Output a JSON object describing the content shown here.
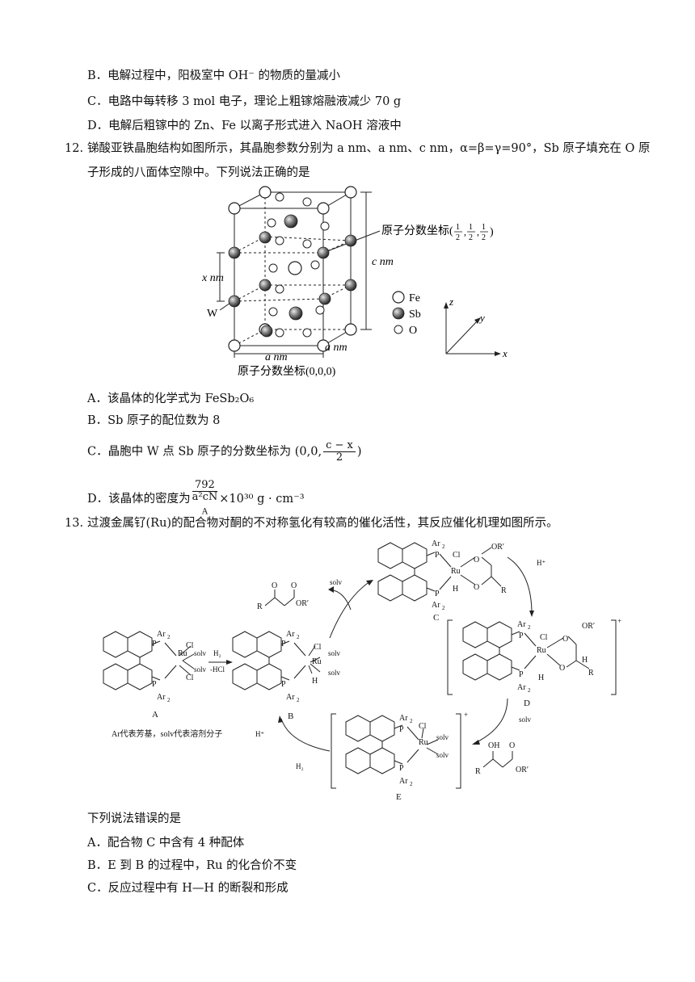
{
  "q11_options": {
    "B": "B．电解过程中，阳极室中 OH⁻ 的物质的量减小",
    "C": "C．电路中每转移 3 mol 电子，理论上粗镓熔融液减少 70 g",
    "D": "D．电解后粗镓中的 Zn、Fe 以离子形式进入 NaOH 溶液中"
  },
  "q12": {
    "number": "12.",
    "stem_line1": "锑酸亚铁晶胞结构如图所示，其晶胞参数分别为 a nm、a nm、c nm，α=β=γ=90°，Sb 原子填充在 O 原",
    "stem_line2": "子形成的八面体空隙中。下列说法正确的是",
    "figure": {
      "label_coord_top": "原子分数坐标(",
      "coord_top_frac": "1",
      "coord_top_den": "2",
      "label_x": "x nm",
      "label_c": "c nm",
      "label_w": "W",
      "label_a1": "a nm",
      "label_a2": "a nm",
      "label_origin": "原子分数坐标(0,0,0)",
      "legend_fe": "Fe",
      "legend_sb": "Sb",
      "legend_o": "O",
      "axis_z": "z",
      "axis_y": "y",
      "axis_x": "x"
    },
    "option_A": "A．该晶体的化学式为 FeSb₂O₆",
    "option_B": "B．Sb 原子的配位数为 8",
    "option_C_pre": "C．晶胞中 W 点 Sb 原子的分数坐标为 (0,0,",
    "option_C_num": "c − x",
    "option_C_den": "2",
    "option_C_post": ")",
    "option_D_pre": "D．该晶体的密度为",
    "option_D_num": "792",
    "option_D_den": "a²cN",
    "option_D_den_sub": "A",
    "option_D_post": "×10³⁰ g · cm⁻³"
  },
  "q13": {
    "number": "13.",
    "stem": "过渡金属钌(Ru)的配合物对酮的不对称氢化有较高的催化活性，其反应催化机理如图所示。",
    "figure": {
      "label_A": "A",
      "label_B": "B",
      "label_C": "C",
      "label_D": "D",
      "label_E": "E",
      "ar2": "Ar",
      "p": "P",
      "ru": "Ru",
      "cl": "Cl",
      "h": "H",
      "solv": "solv",
      "reagent_h2": "H₂",
      "reagent_hcl": "-HCl",
      "h_plus": "H⁺",
      "note": "Ar代表芳基，solv代表溶剂分子",
      "or_prime": "OR′",
      "r": "R",
      "o": "O",
      "oh": "OH",
      "plus": "+"
    },
    "intro": "下列说法错误的是",
    "option_A": "A．配合物 C 中含有 4 种配体",
    "option_B": "B．E 到 B 的过程中，Ru 的化合价不变",
    "option_C": "C．反应过程中有 H—H 的断裂和形成"
  }
}
